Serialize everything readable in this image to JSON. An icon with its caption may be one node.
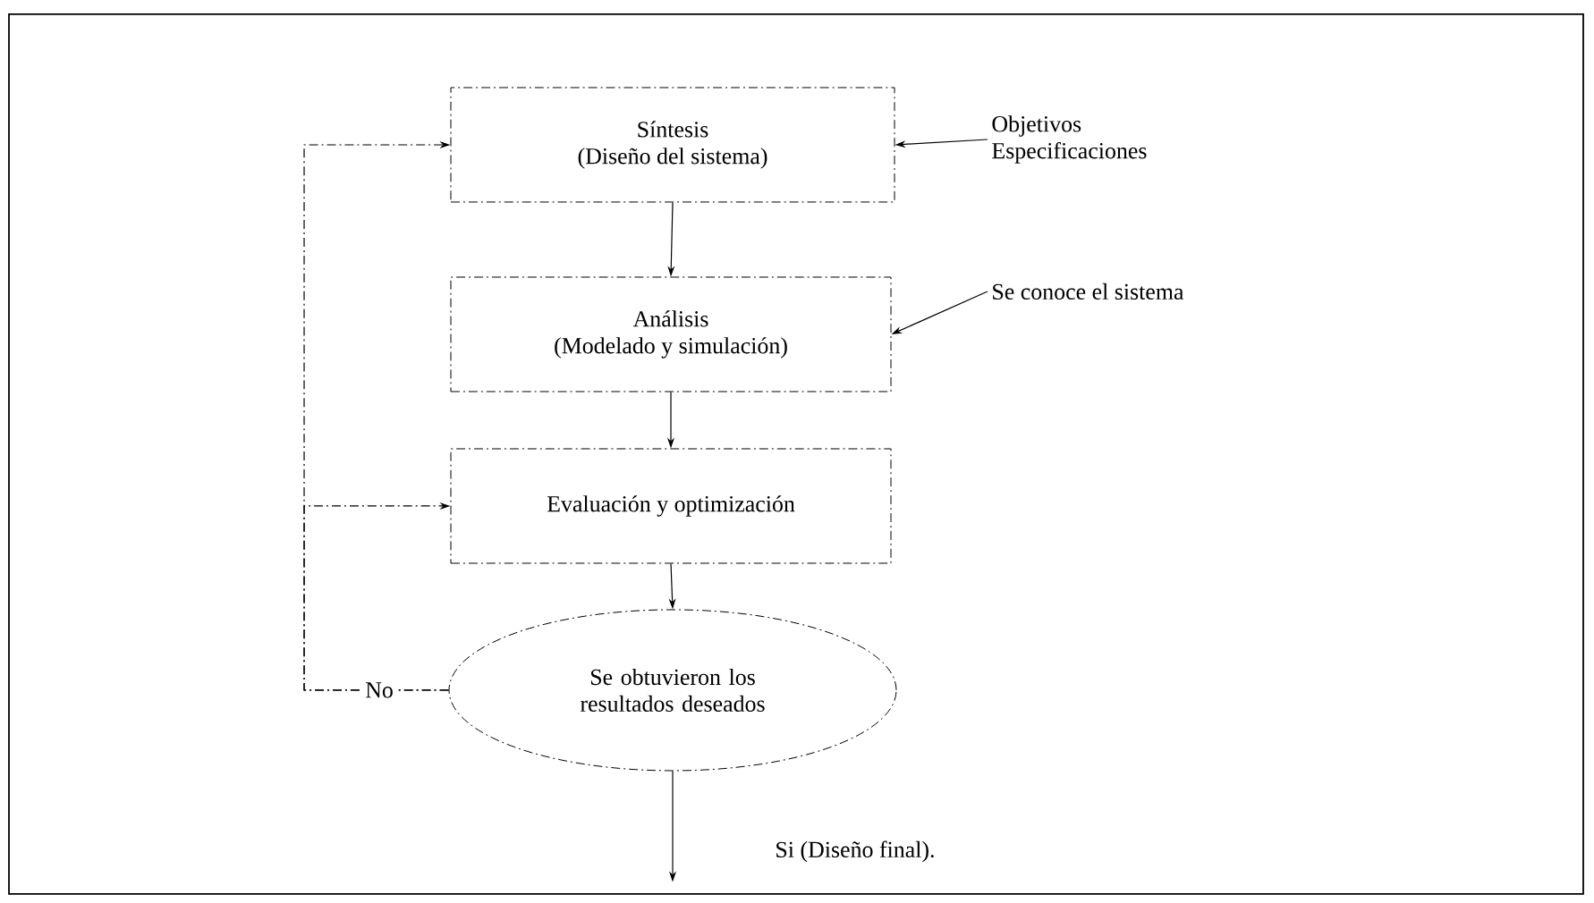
{
  "diagram": {
    "nodes": [
      {
        "text": [
          "Síntesis",
          "(Diseño del sistema)"
        ]
      },
      {
        "text": [
          "Objetivos",
          "Especificaciones"
        ]
      },
      {
        "text": [
          "Análisis",
          "(Modelado y simulación)"
        ]
      },
      {
        "text": [
          "Se conoce el sistema"
        ]
      },
      {
        "text": [
          "Evaluación y optimización"
        ]
      },
      {
        "text": [
          "Se obtuvieron los resultados deseados"
        ]
      }
    ],
    "edges": [
      {
        "from": 1,
        "to": 0,
        "arrow": "to"
      },
      {
        "from": 0,
        "to": 2,
        "arrow": "to"
      },
      {
        "from": 3,
        "to": 2,
        "arrow": "to"
      },
      {
        "from": 2,
        "to": 4,
        "arrow": "to"
      },
      {
        "from": 4,
        "to": 5,
        "arrow": "to"
      },
      {
        "from": 5,
        "to": 0,
        "arrow": "to",
        "style": "dashed",
        "label": "No"
      },
      {
        "from": 5,
        "to": 4,
        "arrow": "to",
        "style": "dashed"
      },
      {
        "from": 5,
        "to": null,
        "arrow": "to",
        "label": "Si (Diseño final)."
      }
    ]
  }
}
